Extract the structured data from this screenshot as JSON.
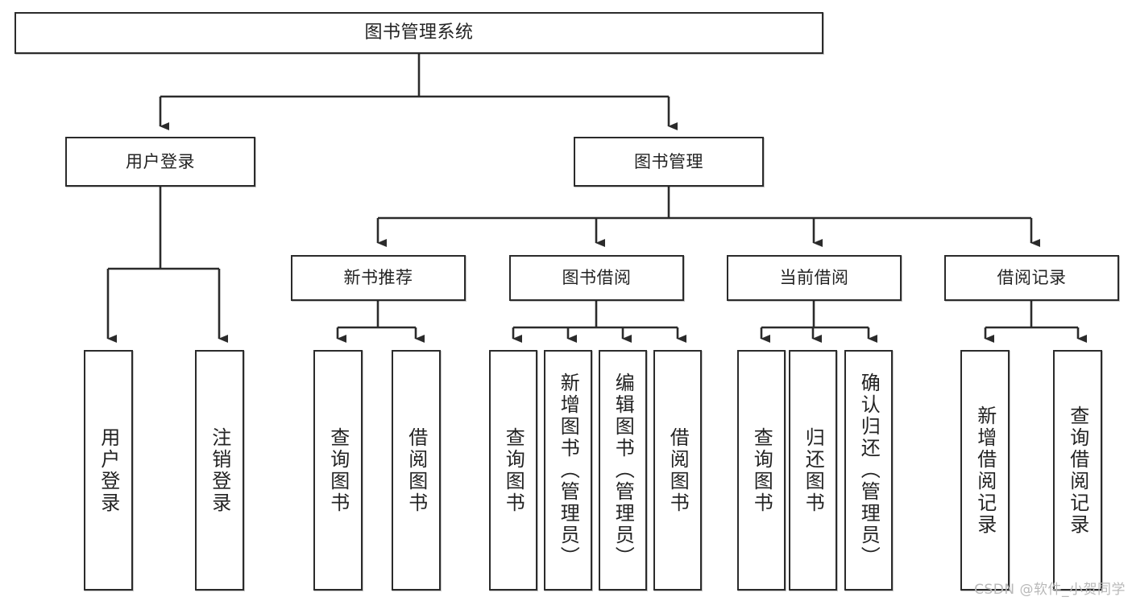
{
  "diagram": {
    "type": "tree",
    "title": "图书管理系统",
    "watermark": "CSDN @软件_小贺同学",
    "colors": {
      "box_border": "#2b2b2b",
      "box_fill": "#ffffff",
      "connector": "#2b2b2b",
      "text": "#232323",
      "watermark": "#b9b9b9",
      "background": "#ffffff"
    },
    "nodes": {
      "root": {
        "label": "图书管理系统"
      },
      "level2": [
        {
          "label": "用户登录"
        },
        {
          "label": "图书管理"
        }
      ],
      "level3": [
        {
          "label": "新书推荐"
        },
        {
          "label": "图书借阅"
        },
        {
          "label": "当前借阅"
        },
        {
          "label": "借阅记录"
        }
      ],
      "leaves_user_login": [
        {
          "label": "用户登录"
        },
        {
          "label": "注销登录"
        }
      ],
      "leaves_new_books": [
        {
          "label": "查询图书"
        },
        {
          "label": "借阅图书"
        }
      ],
      "leaves_borrow": [
        {
          "label": "查询图书"
        },
        {
          "label": "新增图书（管理员）"
        },
        {
          "label": "编辑图书（管理员）"
        },
        {
          "label": "借阅图书"
        }
      ],
      "leaves_current": [
        {
          "label": "查询图书"
        },
        {
          "label": "归还图书"
        },
        {
          "label": "确认归还（管理员）"
        }
      ],
      "leaves_records": [
        {
          "label": "新增借阅记录"
        },
        {
          "label": "查询借阅记录"
        }
      ]
    }
  }
}
